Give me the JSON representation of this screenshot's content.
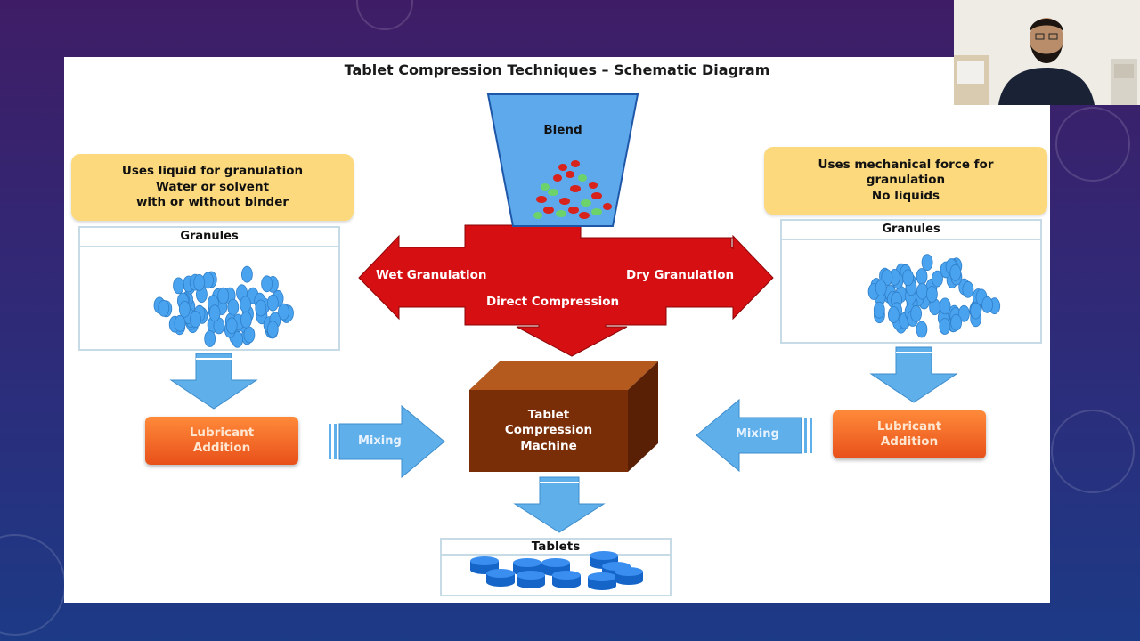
{
  "slide": {
    "title": "Tablet Compression Techniques – Schematic Diagram",
    "hopper_label": "Blend",
    "left_note": [
      "Uses liquid for granulation",
      "Water or solvent",
      "with or without binder"
    ],
    "right_note": [
      "Uses mechanical force for",
      "granulation",
      "No liquids"
    ],
    "left_granules_label": "Granules",
    "right_granules_label": "Granules",
    "wet_label": "Wet Granulation",
    "dry_label": "Dry Granulation",
    "direct_label": "Direct Compression",
    "left_lubricant": [
      "Lubricant",
      "Addition"
    ],
    "right_lubricant": [
      "Lubricant",
      "Addition"
    ],
    "left_mixing": "Mixing",
    "right_mixing": "Mixing",
    "machine_label": [
      "Tablet",
      "Compression",
      "Machine"
    ],
    "tablets_label": "Tablets",
    "colors": {
      "red_arrow": "#d60f12",
      "blue_arrow": "#5fb0ea",
      "orange_box": "#f06a24",
      "note_fill": "#fcd97c",
      "machine_front": "#7a2e08",
      "hopper": "#5ea8ec",
      "granule": "#4aa3ef"
    }
  },
  "webcam": {
    "content": "presenter-video"
  }
}
